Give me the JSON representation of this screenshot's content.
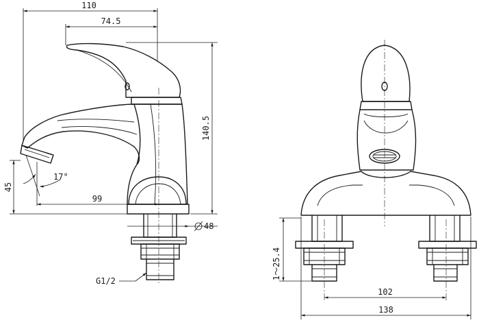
{
  "side_view": {
    "dims": {
      "overall_width": "110",
      "lever_length": "74.5",
      "height": "140.5",
      "spout_height": "45",
      "spout_angle": "17°",
      "spout_reach": "99",
      "base_diameter": "48"
    },
    "thread_label": "G1/2"
  },
  "front_view": {
    "dims": {
      "pipe_height": "1～25.4",
      "center_distance": "102",
      "overall_width": "138"
    }
  }
}
